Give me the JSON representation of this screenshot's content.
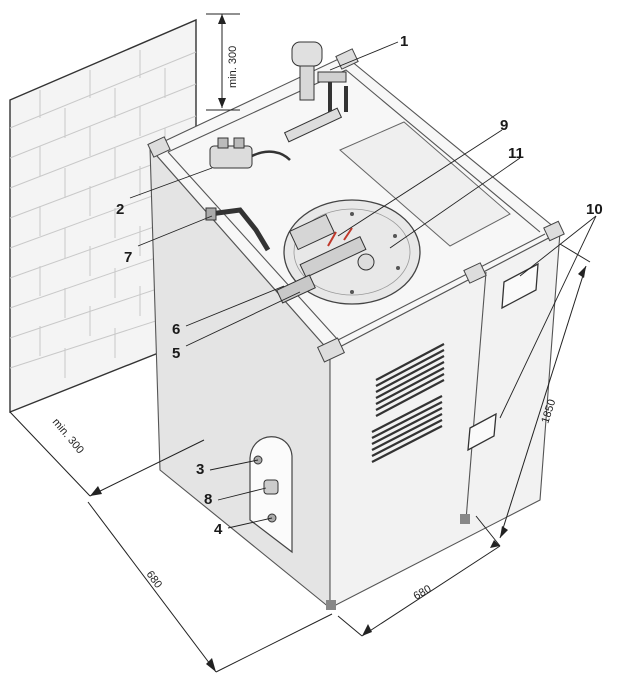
{
  "callouts": {
    "c1": "1",
    "c2": "2",
    "c3": "3",
    "c4": "4",
    "c5": "5",
    "c6": "6",
    "c7": "7",
    "c8": "8",
    "c9": "9",
    "c10": "10",
    "c11": "11"
  },
  "dimensions": {
    "wall_clearance_top": "min. 300",
    "wall_clearance_side": "min. 300",
    "depth": "680",
    "width": "680",
    "height": "1850"
  }
}
